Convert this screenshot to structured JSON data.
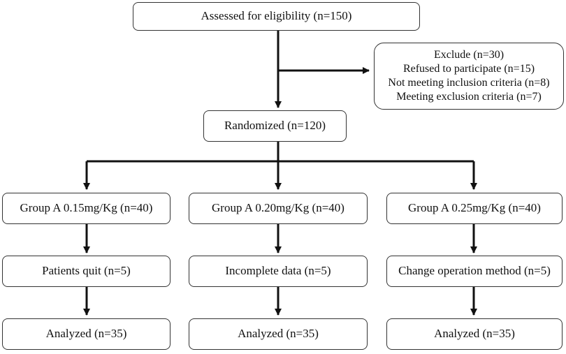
{
  "assessed": {
    "label": "Assessed for eligibility (n=150)"
  },
  "exclude": {
    "lines": [
      "Exclude (n=30)",
      "Refused to participate (n=15)",
      "Not meeting inclusion criteria (n=8)",
      "Meeting exclusion criteria (n=7)"
    ]
  },
  "randomized": {
    "label": "Randomized (n=120)"
  },
  "groups": [
    {
      "label": "Group A 0.15mg/Kg (n=40)",
      "dropout": "Patients quit (n=5)",
      "analyzed": "Analyzed (n=35)"
    },
    {
      "label": "Group A 0.20mg/Kg (n=40)",
      "dropout": "Incomplete data (n=5)",
      "analyzed": "Analyzed (n=35)"
    },
    {
      "label": "Group A 0.25mg/Kg (n=40)",
      "dropout": "Change operation method (n=5)",
      "analyzed": "Analyzed (n=35)"
    }
  ],
  "colors": {
    "line": "#111111",
    "border": "#333333"
  }
}
